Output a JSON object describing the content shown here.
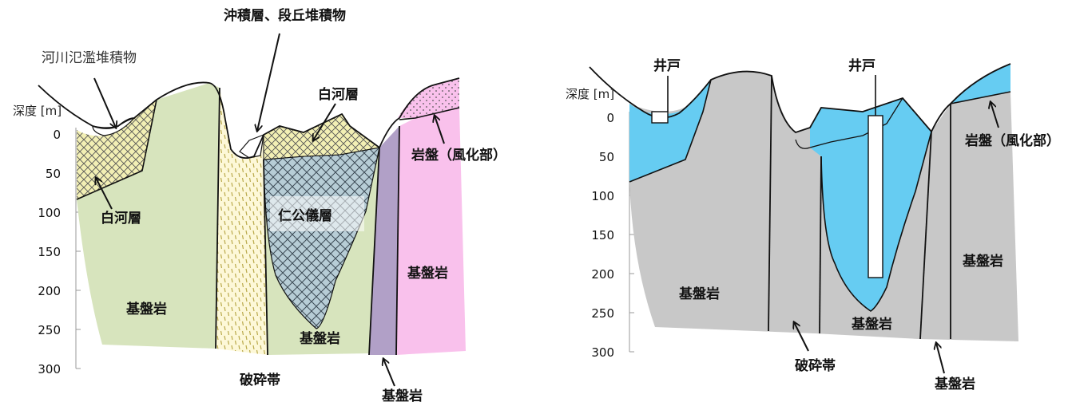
{
  "left_section": {
    "axis_title": "深度 [m]",
    "ticks": [
      "0",
      "50",
      "100",
      "150",
      "200",
      "250",
      "300"
    ],
    "labels": {
      "river_deposits": "河川氾濫堆積物",
      "alluvium_terrace": "沖積層、段丘堆積物",
      "shirakawa_top": "白河層",
      "shirakawa_left": "白河層",
      "nikogi": "仁公儀層",
      "bedrock_weathered": "岩盤（風化部）",
      "basement_left": "基盤岩",
      "basement_center": "基盤岩",
      "basement_right": "基盤岩",
      "basement_bottom": "基盤岩",
      "fracture_zone": "破砕帯"
    }
  },
  "right_section": {
    "axis_title": "深度 [m]",
    "ticks": [
      "0",
      "50",
      "100",
      "150",
      "200",
      "250",
      "300"
    ],
    "labels": {
      "well_left": "井戸",
      "well_center": "井戸",
      "bedrock_weathered": "岩盤（風化部）",
      "basement_left": "基盤岩",
      "basement_center": "基盤岩",
      "basement_right": "基盤岩",
      "basement_bottom": "基盤岩",
      "fracture_zone": "破砕帯"
    }
  },
  "colors": {
    "basement_green": "#d7e4bd",
    "pink": "#f9c1ec",
    "purple": "#b1a0c7",
    "hatch_yellow": "#f2efb4",
    "hatch_blue": "#b7cdd6",
    "fracture_cream": "#fdf8d8",
    "gray": "#c8c8c8",
    "water_blue": "#66ccf2"
  }
}
